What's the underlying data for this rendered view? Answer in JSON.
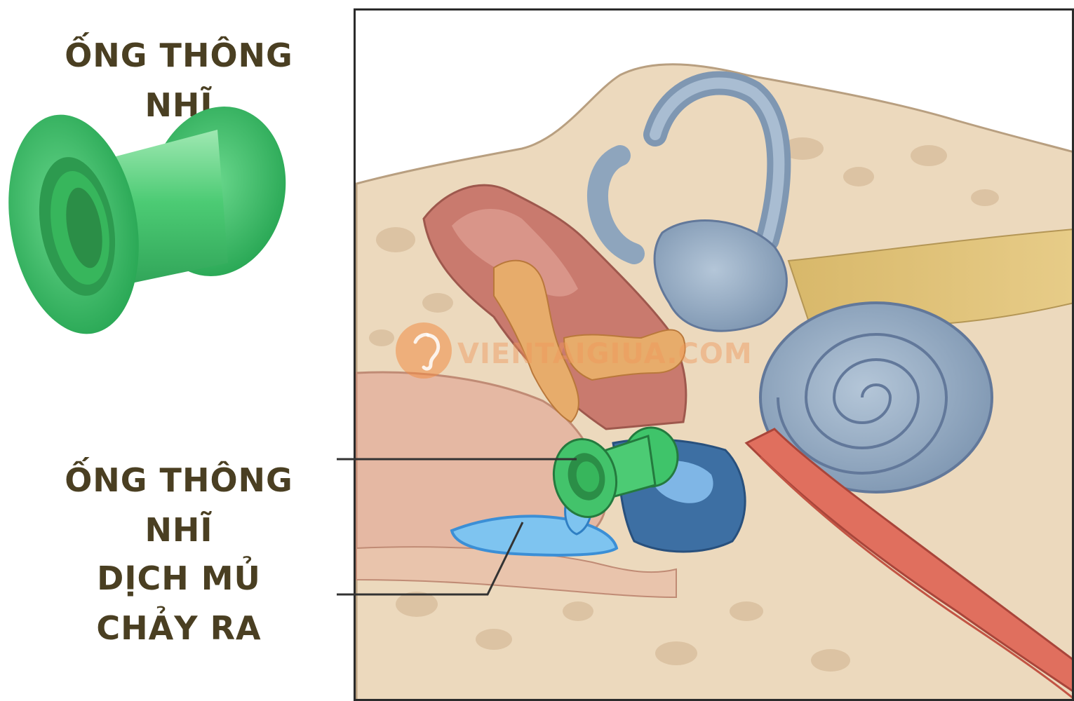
{
  "labels": {
    "title": "ỐNG THÔNG NHĨ",
    "tube": "ỐNG THÔNG NHĨ",
    "pus_line1": "DỊCH MỦ",
    "pus_line2": "CHẢY RA"
  },
  "watermark": {
    "text": "VIENTAIGIUA.COM",
    "icon": "ear-logo-icon"
  },
  "colors": {
    "label_text": "#4a3f22",
    "tube_green": "#3fc46a",
    "bone": "#ecd9bd",
    "cochlea": "#8fa6bf",
    "fluid": "#4aa3e0"
  }
}
